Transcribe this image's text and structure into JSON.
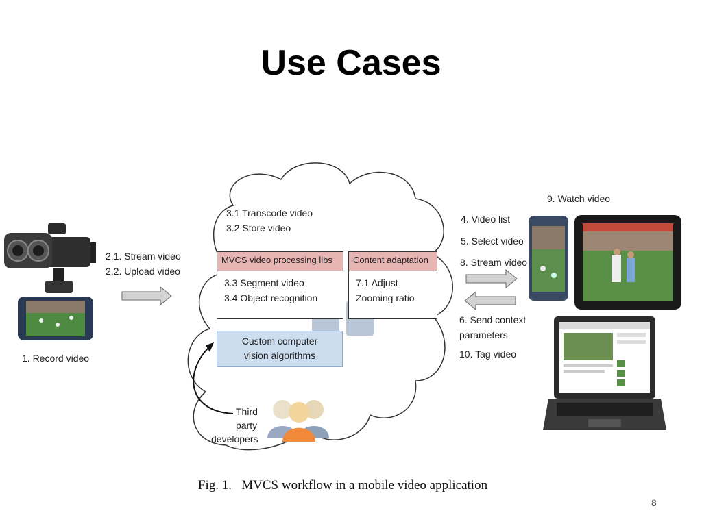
{
  "slide": {
    "title": "Use Cases",
    "page_number": "8"
  },
  "figure": {
    "caption": "Fig. 1.   MVCS workflow in a mobile video application"
  },
  "left": {
    "record_label": "1. Record video",
    "stream_label": "2.1. Stream video",
    "upload_label": "2.2. Upload video"
  },
  "cloud": {
    "transcode": "3.1 Transcode video",
    "store": "3.2 Store video",
    "processing_box": {
      "title": "MVCS video processing libs",
      "line1": "3.3 Segment video",
      "line2": "3.4 Object recognition"
    },
    "adaptation_box": {
      "title": "Content adaptation",
      "line1": "7.1 Adjust",
      "line2": "Zooming ratio"
    },
    "custom_box": {
      "line1": "Custom computer",
      "line2": "vision algorithms"
    }
  },
  "developers": {
    "line1": "Third",
    "line2": "party",
    "line3": "developers"
  },
  "right": {
    "watch": "9. Watch video",
    "video_list": "4. Video list",
    "select": "5. Select video",
    "stream": "8. Stream video",
    "send_context_1": "6. Send context",
    "send_context_2": "parameters",
    "tag": "10. Tag video"
  },
  "colors": {
    "box_header": "#e7b4b4",
    "custom_box": "#cdddf0",
    "arrow": "#c9c9c9",
    "cloud_stroke": "#333333"
  }
}
